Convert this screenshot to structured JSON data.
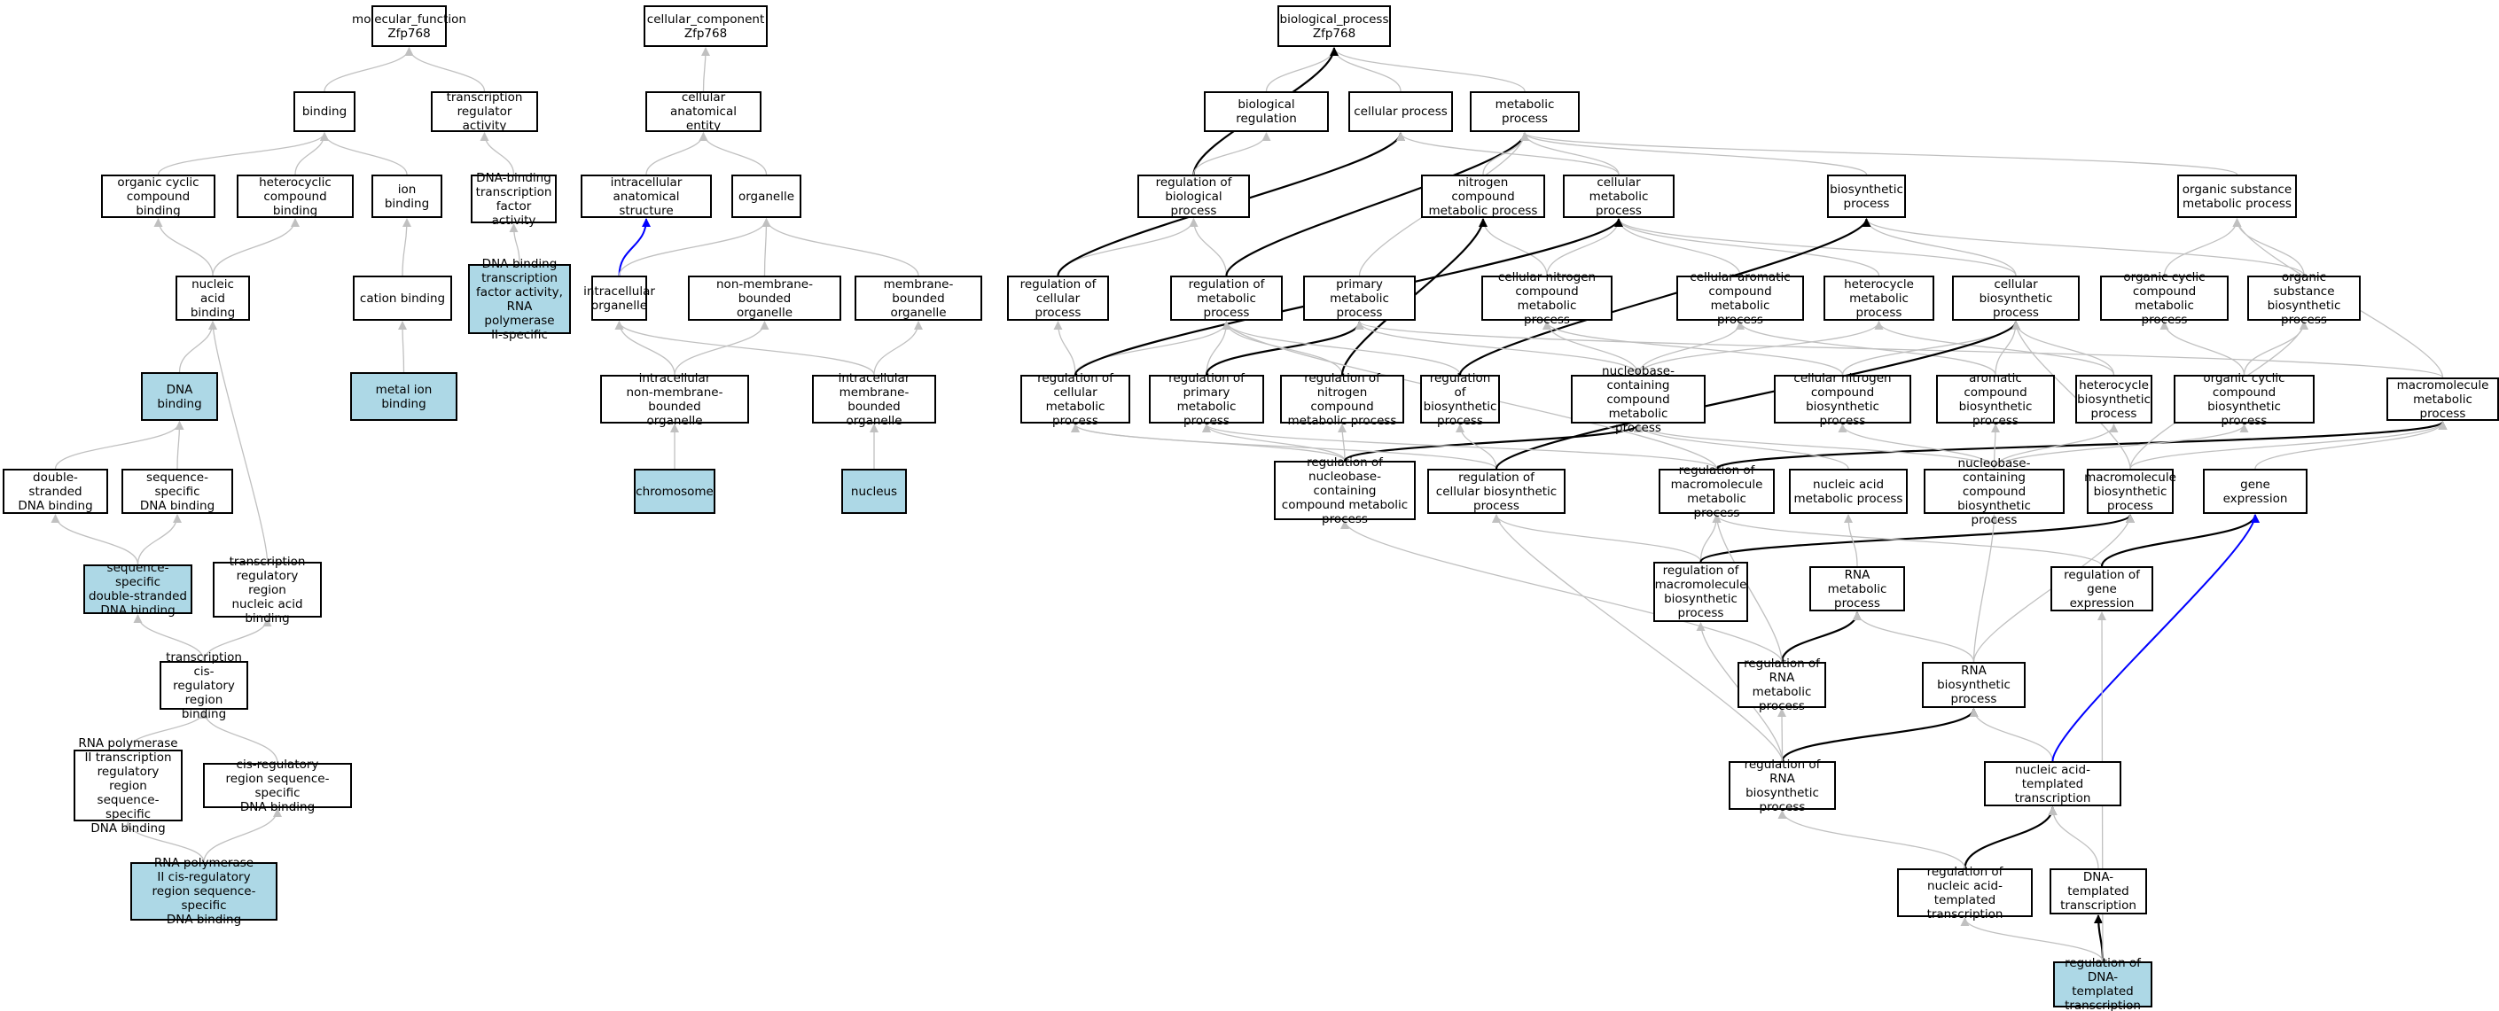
{
  "colors": {
    "highlight": "#add8e6",
    "edge_default": "#c0c0c0",
    "edge_bold": "#000000",
    "edge_blue": "#0000ff",
    "node_border": "#000000"
  },
  "nodes": [
    {
      "id": "mf",
      "label": "molecular_function\nZfp768",
      "hl": false
    },
    {
      "id": "cc",
      "label": "cellular_component\nZfp768",
      "hl": false
    },
    {
      "id": "bp",
      "label": "biological_process\nZfp768",
      "hl": false
    },
    {
      "id": "binding",
      "label": "binding",
      "hl": false
    },
    {
      "id": "tra",
      "label": "transcription\nregulator activity",
      "hl": false
    },
    {
      "id": "cae",
      "label": "cellular anatomical\nentity",
      "hl": false
    },
    {
      "id": "bioreg",
      "label": "biological regulation",
      "hl": false
    },
    {
      "id": "cellproc",
      "label": "cellular process",
      "hl": false
    },
    {
      "id": "metproc",
      "label": "metabolic process",
      "hl": false
    },
    {
      "id": "occb",
      "label": "organic cyclic\ncompound binding",
      "hl": false
    },
    {
      "id": "hcb",
      "label": "heterocyclic\ncompound binding",
      "hl": false
    },
    {
      "id": "ionb",
      "label": "ion binding",
      "hl": false
    },
    {
      "id": "dbtfa",
      "label": "DNA-binding\ntranscription\nfactor activity",
      "hl": false
    },
    {
      "id": "ias",
      "label": "intracellular\nanatomical structure",
      "hl": false
    },
    {
      "id": "organelle",
      "label": "organelle",
      "hl": false
    },
    {
      "id": "rbp",
      "label": "regulation of\nbiological process",
      "hl": false
    },
    {
      "id": "ncmp",
      "label": "nitrogen compound\nmetabolic process",
      "hl": false
    },
    {
      "id": "cmp",
      "label": "cellular metabolic\nprocess",
      "hl": false
    },
    {
      "id": "biosyn",
      "label": "biosynthetic\nprocess",
      "hl": false
    },
    {
      "id": "osmp",
      "label": "organic substance\nmetabolic process",
      "hl": false
    },
    {
      "id": "nab",
      "label": "nucleic acid\nbinding",
      "hl": false
    },
    {
      "id": "cationb",
      "label": "cation binding",
      "hl": false
    },
    {
      "id": "dbtfa2",
      "label": "DNA-binding\ntranscription\nfactor activity,\nRNA polymerase\nII-specific",
      "hl": true
    },
    {
      "id": "io",
      "label": "intracellular\norganelle",
      "hl": false
    },
    {
      "id": "nmbo",
      "label": "non-membrane-bounded\norganelle",
      "hl": false
    },
    {
      "id": "mbo",
      "label": "membrane-bounded\norganelle",
      "hl": false
    },
    {
      "id": "rcp",
      "label": "regulation of\ncellular process",
      "hl": false
    },
    {
      "id": "rmp",
      "label": "regulation of\nmetabolic process",
      "hl": false
    },
    {
      "id": "pmp",
      "label": "primary metabolic\nprocess",
      "hl": false
    },
    {
      "id": "cncmp",
      "label": "cellular nitrogen\ncompound metabolic\nprocess",
      "hl": false
    },
    {
      "id": "cacmp",
      "label": "cellular aromatic\ncompound metabolic\nprocess",
      "hl": false
    },
    {
      "id": "hmp",
      "label": "heterocycle\nmetabolic process",
      "hl": false
    },
    {
      "id": "cbp",
      "label": "cellular biosynthetic\nprocess",
      "hl": false
    },
    {
      "id": "occmp",
      "label": "organic cyclic\ncompound metabolic\nprocess",
      "hl": false
    },
    {
      "id": "osbp",
      "label": "organic substance\nbiosynthetic\nprocess",
      "hl": false
    },
    {
      "id": "dnab",
      "label": "DNA binding",
      "hl": true
    },
    {
      "id": "mib",
      "label": "metal ion binding",
      "hl": true
    },
    {
      "id": "inmbo",
      "label": "intracellular\nnon-membrane-bounded\norganelle",
      "hl": false
    },
    {
      "id": "imbo",
      "label": "intracellular\nmembrane-bounded\norganelle",
      "hl": false
    },
    {
      "id": "rcmp",
      "label": "regulation of\ncellular metabolic\nprocess",
      "hl": false
    },
    {
      "id": "rpmp",
      "label": "regulation of\nprimary metabolic\nprocess",
      "hl": false
    },
    {
      "id": "rncmp",
      "label": "regulation of\nnitrogen compound\nmetabolic process",
      "hl": false
    },
    {
      "id": "rbsp",
      "label": "regulation of\nbiosynthetic\nprocess",
      "hl": false
    },
    {
      "id": "nbcmp",
      "label": "nucleobase-containing\ncompound metabolic\nprocess",
      "hl": false
    },
    {
      "id": "cncbp",
      "label": "cellular nitrogen\ncompound biosynthetic\nprocess",
      "hl": false
    },
    {
      "id": "acbp",
      "label": "aromatic compound\nbiosynthetic\nprocess",
      "hl": false
    },
    {
      "id": "hbp",
      "label": "heterocycle\nbiosynthetic\nprocess",
      "hl": false
    },
    {
      "id": "occbp",
      "label": "organic cyclic\ncompound biosynthetic\nprocess",
      "hl": false
    },
    {
      "id": "mmp",
      "label": "macromolecule\nmetabolic process",
      "hl": false
    },
    {
      "id": "dsdb",
      "label": "double-stranded\nDNA binding",
      "hl": false
    },
    {
      "id": "ssdb",
      "label": "sequence-specific\nDNA binding",
      "hl": false
    },
    {
      "id": "chrom",
      "label": "chromosome",
      "hl": true
    },
    {
      "id": "nucleus",
      "label": "nucleus",
      "hl": true
    },
    {
      "id": "rnbcmp",
      "label": "regulation of\nnucleobase-containing\ncompound metabolic\nprocess",
      "hl": false
    },
    {
      "id": "rcbsp",
      "label": "regulation of\ncellular biosynthetic\nprocess",
      "hl": false
    },
    {
      "id": "rmmp",
      "label": "regulation of\nmacromolecule\nmetabolic process",
      "hl": false
    },
    {
      "id": "namp",
      "label": "nucleic acid\nmetabolic process",
      "hl": false
    },
    {
      "id": "nbcbp",
      "label": "nucleobase-containing\ncompound biosynthetic\nprocess",
      "hl": false
    },
    {
      "id": "mbsp",
      "label": "macromolecule\nbiosynthetic\nprocess",
      "hl": false
    },
    {
      "id": "ge",
      "label": "gene expression",
      "hl": false
    },
    {
      "id": "ssdsdb",
      "label": "sequence-specific\ndouble-stranded\nDNA binding",
      "hl": true
    },
    {
      "id": "trrnab",
      "label": "transcription\nregulatory region\nnucleic acid\nbinding",
      "hl": false
    },
    {
      "id": "rmbsp",
      "label": "regulation of\nmacromolecule\nbiosynthetic\nprocess",
      "hl": false
    },
    {
      "id": "rnamp",
      "label": "RNA metabolic\nprocess",
      "hl": false
    },
    {
      "id": "rge",
      "label": "regulation of\ngene expression",
      "hl": false
    },
    {
      "id": "tcrrb",
      "label": "transcription\ncis-regulatory\nregion binding",
      "hl": false
    },
    {
      "id": "rrnamp",
      "label": "regulation of\nRNA metabolic\nprocess",
      "hl": false
    },
    {
      "id": "rnabp",
      "label": "RNA biosynthetic\nprocess",
      "hl": false
    },
    {
      "id": "rnap2trr",
      "label": "RNA polymerase\nII transcription\nregulatory region\nsequence-specific\nDNA binding",
      "hl": false
    },
    {
      "id": "crrssdb",
      "label": "cis-regulatory\nregion sequence-specific\nDNA binding",
      "hl": false
    },
    {
      "id": "rrnabp",
      "label": "regulation of\nRNA biosynthetic\nprocess",
      "hl": false
    },
    {
      "id": "natt",
      "label": "nucleic acid-templated\ntranscription",
      "hl": false
    },
    {
      "id": "rnap2cis",
      "label": "RNA polymerase\nII cis-regulatory\nregion sequence-specific\nDNA binding",
      "hl": true
    },
    {
      "id": "rnatt",
      "label": "regulation of\nnucleic acid-templated\ntranscription",
      "hl": false
    },
    {
      "id": "dtt",
      "label": "DNA-templated\ntranscription",
      "hl": false
    },
    {
      "id": "rdtt",
      "label": "regulation of\nDNA-templated\ntranscription",
      "hl": true
    }
  ],
  "edges": [
    [
      "binding",
      "mf",
      "g"
    ],
    [
      "tra",
      "mf",
      "g"
    ],
    [
      "occb",
      "binding",
      "g"
    ],
    [
      "hcb",
      "binding",
      "g"
    ],
    [
      "ionb",
      "binding",
      "g"
    ],
    [
      "dbtfa",
      "tra",
      "g"
    ],
    [
      "nab",
      "occb",
      "g"
    ],
    [
      "nab",
      "hcb",
      "g"
    ],
    [
      "cationb",
      "ionb",
      "g"
    ],
    [
      "dbtfa2",
      "dbtfa",
      "g"
    ],
    [
      "mib",
      "cationb",
      "g"
    ],
    [
      "dnab",
      "nab",
      "g"
    ],
    [
      "dsdb",
      "dnab",
      "g"
    ],
    [
      "ssdb",
      "dnab",
      "g"
    ],
    [
      "ssdsdb",
      "dsdb",
      "g"
    ],
    [
      "ssdsdb",
      "ssdb",
      "g"
    ],
    [
      "trrnab",
      "nab",
      "g"
    ],
    [
      "tcrrb",
      "ssdsdb",
      "g"
    ],
    [
      "tcrrb",
      "trrnab",
      "g"
    ],
    [
      "rnap2trr",
      "tcrrb",
      "g"
    ],
    [
      "crrssdb",
      "tcrrb",
      "g"
    ],
    [
      "rnap2cis",
      "rnap2trr",
      "g"
    ],
    [
      "rnap2cis",
      "crrssdb",
      "g"
    ],
    [
      "cae",
      "cc",
      "g"
    ],
    [
      "ias",
      "cae",
      "g"
    ],
    [
      "organelle",
      "cae",
      "g"
    ],
    [
      "io",
      "ias",
      "b"
    ],
    [
      "io",
      "organelle",
      "g"
    ],
    [
      "nmbo",
      "organelle",
      "g"
    ],
    [
      "mbo",
      "organelle",
      "g"
    ],
    [
      "inmbo",
      "io",
      "g"
    ],
    [
      "inmbo",
      "nmbo",
      "g"
    ],
    [
      "imbo",
      "io",
      "g"
    ],
    [
      "imbo",
      "mbo",
      "g"
    ],
    [
      "chrom",
      "inmbo",
      "g"
    ],
    [
      "nucleus",
      "imbo",
      "g"
    ],
    [
      "bioreg",
      "bp",
      "g"
    ],
    [
      "cellproc",
      "bp",
      "g"
    ],
    [
      "metproc",
      "bp",
      "g"
    ],
    [
      "rbp",
      "bp",
      "k"
    ],
    [
      "rbp",
      "bioreg",
      "g"
    ],
    [
      "rcp",
      "rbp",
      "g"
    ],
    [
      "rcp",
      "cellproc",
      "k"
    ],
    [
      "rmp",
      "rbp",
      "g"
    ],
    [
      "rmp",
      "metproc",
      "k"
    ],
    [
      "ncmp",
      "metproc",
      "g"
    ],
    [
      "cmp",
      "metproc",
      "g"
    ],
    [
      "cmp",
      "cellproc",
      "g"
    ],
    [
      "pmp",
      "metproc",
      "g"
    ],
    [
      "biosyn",
      "metproc",
      "g"
    ],
    [
      "osmp",
      "metproc",
      "g"
    ],
    [
      "cncmp",
      "ncmp",
      "g"
    ],
    [
      "cncmp",
      "cmp",
      "g"
    ],
    [
      "cacmp",
      "cmp",
      "g"
    ],
    [
      "hmp",
      "cmp",
      "g"
    ],
    [
      "cbp",
      "cmp",
      "g"
    ],
    [
      "cbp",
      "biosyn",
      "g"
    ],
    [
      "occmp",
      "osmp",
      "g"
    ],
    [
      "osbp",
      "osmp",
      "g"
    ],
    [
      "osbp",
      "biosyn",
      "g"
    ],
    [
      "rcmp",
      "rcp",
      "g"
    ],
    [
      "rcmp",
      "rmp",
      "g"
    ],
    [
      "rcmp",
      "cmp",
      "k"
    ],
    [
      "rpmp",
      "rmp",
      "g"
    ],
    [
      "rpmp",
      "pmp",
      "k"
    ],
    [
      "rncmp",
      "rmp",
      "g"
    ],
    [
      "rncmp",
      "ncmp",
      "k"
    ],
    [
      "rbsp",
      "rmp",
      "g"
    ],
    [
      "rbsp",
      "biosyn",
      "k"
    ],
    [
      "nbcmp",
      "cncmp",
      "g"
    ],
    [
      "nbcmp",
      "cacmp",
      "g"
    ],
    [
      "nbcmp",
      "hmp",
      "g"
    ],
    [
      "nbcmp",
      "pmp",
      "g"
    ],
    [
      "cncbp",
      "cbp",
      "g"
    ],
    [
      "cncbp",
      "cncmp",
      "g"
    ],
    [
      "acbp",
      "cbp",
      "g"
    ],
    [
      "acbp",
      "cacmp",
      "g"
    ],
    [
      "hbp",
      "cbp",
      "g"
    ],
    [
      "hbp",
      "hmp",
      "g"
    ],
    [
      "occbp",
      "occmp",
      "g"
    ],
    [
      "occbp",
      "osbp",
      "g"
    ],
    [
      "mmp",
      "osmp",
      "g"
    ],
    [
      "mmp",
      "pmp",
      "g"
    ],
    [
      "rnbcmp",
      "rcmp",
      "g"
    ],
    [
      "rnbcmp",
      "rpmp",
      "g"
    ],
    [
      "rnbcmp",
      "rncmp",
      "g"
    ],
    [
      "rnbcmp",
      "nbcmp",
      "k"
    ],
    [
      "rcbsp",
      "rbsp",
      "g"
    ],
    [
      "rcbsp",
      "rcmp",
      "g"
    ],
    [
      "rcbsp",
      "cbp",
      "k"
    ],
    [
      "rmmp",
      "rpmp",
      "g"
    ],
    [
      "rmmp",
      "mmp",
      "k"
    ],
    [
      "rmmp",
      "rmp",
      "g"
    ],
    [
      "namp",
      "nbcmp",
      "g"
    ],
    [
      "nbcbp",
      "nbcmp",
      "g"
    ],
    [
      "nbcbp",
      "cncbp",
      "g"
    ],
    [
      "nbcbp",
      "acbp",
      "g"
    ],
    [
      "nbcbp",
      "hbp",
      "g"
    ],
    [
      "nbcbp",
      "occbp",
      "g"
    ],
    [
      "mbsp",
      "mmp",
      "g"
    ],
    [
      "mbsp",
      "cbp",
      "g"
    ],
    [
      "mbsp",
      "osbp",
      "g"
    ],
    [
      "ge",
      "mmp",
      "g"
    ],
    [
      "rmbsp",
      "rmmp",
      "g"
    ],
    [
      "rmbsp",
      "rcbsp",
      "g"
    ],
    [
      "rmbsp",
      "mbsp",
      "k"
    ],
    [
      "rnamp",
      "namp",
      "g"
    ],
    [
      "rge",
      "rmmp",
      "g"
    ],
    [
      "rge",
      "ge",
      "k"
    ],
    [
      "rrnamp",
      "rnamp",
      "k"
    ],
    [
      "rrnamp",
      "rmmp",
      "g"
    ],
    [
      "rrnamp",
      "rnbcmp",
      "g"
    ],
    [
      "rnabp",
      "rnamp",
      "g"
    ],
    [
      "rnabp",
      "nbcbp",
      "g"
    ],
    [
      "rnabp",
      "mbsp",
      "g"
    ],
    [
      "rrnabp",
      "rnabp",
      "k"
    ],
    [
      "rrnabp",
      "rrnamp",
      "g"
    ],
    [
      "rrnabp",
      "rmbsp",
      "g"
    ],
    [
      "rrnabp",
      "rcbsp",
      "g"
    ],
    [
      "natt",
      "rnabp",
      "g"
    ],
    [
      "natt",
      "ge",
      "b"
    ],
    [
      "rnatt",
      "natt",
      "k"
    ],
    [
      "rnatt",
      "rrnabp",
      "g"
    ],
    [
      "dtt",
      "natt",
      "g"
    ],
    [
      "rdtt",
      "dtt",
      "k"
    ],
    [
      "rdtt",
      "rnatt",
      "g"
    ],
    [
      "rdtt",
      "rge",
      "g"
    ]
  ]
}
